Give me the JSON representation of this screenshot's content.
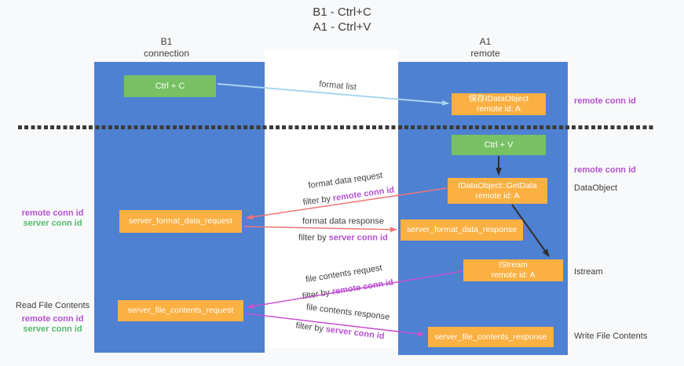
{
  "title": {
    "line1": "B1 - Ctrl+C",
    "line2": "A1 - Ctrl+V"
  },
  "columns": {
    "left": {
      "name": "B1",
      "role": "connection"
    },
    "right": {
      "name": "A1",
      "role": "remote"
    }
  },
  "nodes": {
    "ctrl_c": "Ctrl + C",
    "ctrl_v": "Ctrl + V",
    "save_idataobject": {
      "line1": "保存IDataObject",
      "line2": "remote id: A"
    },
    "getdata": {
      "line1": "IDataObject::GetData",
      "line2": "remote id: A"
    },
    "istream": {
      "line1": "IStream",
      "line2": "remote id: A"
    },
    "server_format_data_request": "server_format_data_request",
    "server_format_data_response": "server_format_data_response",
    "server_file_contents_request": "server_file_contents_request",
    "server_file_contents_response": "server_file_contents_response"
  },
  "edge_labels": {
    "format_list": "format list",
    "format_data_request": "format data request",
    "format_data_response": "format data response",
    "file_contents_request": "file contents request",
    "file_contents_response": "file contents response",
    "filter_by": "filter by",
    "remote_conn_id": "remote conn id",
    "server_conn_id": "server conn id"
  },
  "side_labels": {
    "remote_conn_id": "remote conn id",
    "server_conn_id": "server conn id",
    "dataobject": "DataObject",
    "istream": "Istream",
    "read_file_contents": "Read File Contents",
    "write_file_contents": "Write File Contents"
  },
  "colors": {
    "col_blue": "#4e81d2",
    "box_green": "#77c164",
    "box_orange": "#fbb042",
    "arrow_red": "#ee7577",
    "arrow_magenta": "#c852cf",
    "arrow_lightblue": "#a8d5f0",
    "arrow_black": "#2f2f2f",
    "text_purple": "#b452d2",
    "text_green": "#55bb6e",
    "dash_color": "#3a3a3a"
  }
}
